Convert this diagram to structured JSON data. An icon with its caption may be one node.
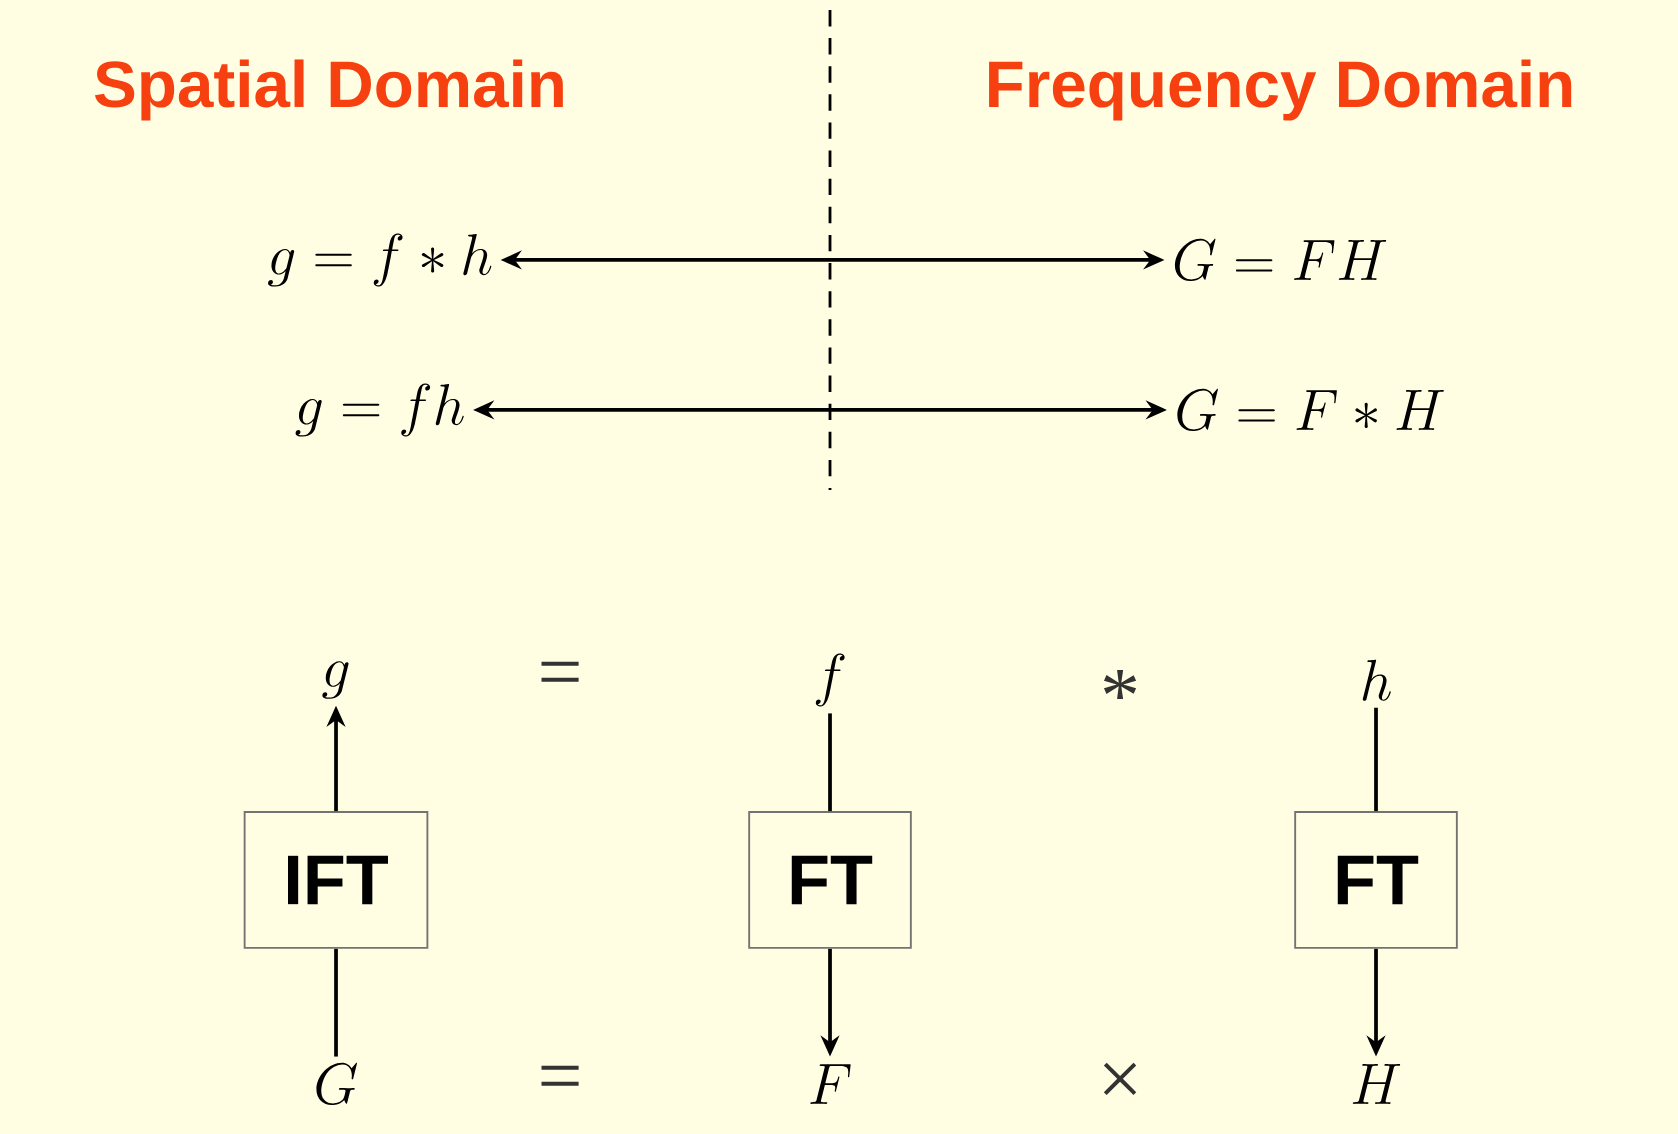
{
  "diagram": {
    "nodes": [
      {
        "text": [
          "g = f * h"
        ]
      },
      {
        "text": [
          "G = FH"
        ]
      },
      {
        "text": [
          "g = fh"
        ]
      },
      {
        "text": [
          "G = F * H"
        ]
      },
      {
        "text": [
          "g"
        ]
      },
      {
        "text": [
          "f"
        ]
      },
      {
        "text": [
          "h"
        ]
      },
      {
        "text": [
          "IFT"
        ]
      },
      {
        "text": [
          "FT"
        ]
      },
      {
        "text": [
          "FT"
        ]
      },
      {
        "text": [
          "G"
        ]
      },
      {
        "text": [
          "F"
        ]
      },
      {
        "text": [
          "H"
        ]
      }
    ],
    "edges": [
      {
        "from": 0,
        "to": 1,
        "arrow": "both"
      },
      {
        "from": 2,
        "to": 3,
        "arrow": "both"
      },
      {
        "from": 10,
        "to": 7,
        "arrow": "none"
      },
      {
        "from": 7,
        "to": 4,
        "arrow": "to"
      },
      {
        "from": 5,
        "to": 8,
        "arrow": "none"
      },
      {
        "from": 8,
        "to": 11,
        "arrow": "to"
      },
      {
        "from": 6,
        "to": 9,
        "arrow": "none"
      },
      {
        "from": 9,
        "to": 12,
        "arrow": "to"
      }
    ],
    "labels": [
      "Spatial Domain",
      "Frequency Domain",
      "=",
      "*",
      "=",
      "×"
    ]
  }
}
